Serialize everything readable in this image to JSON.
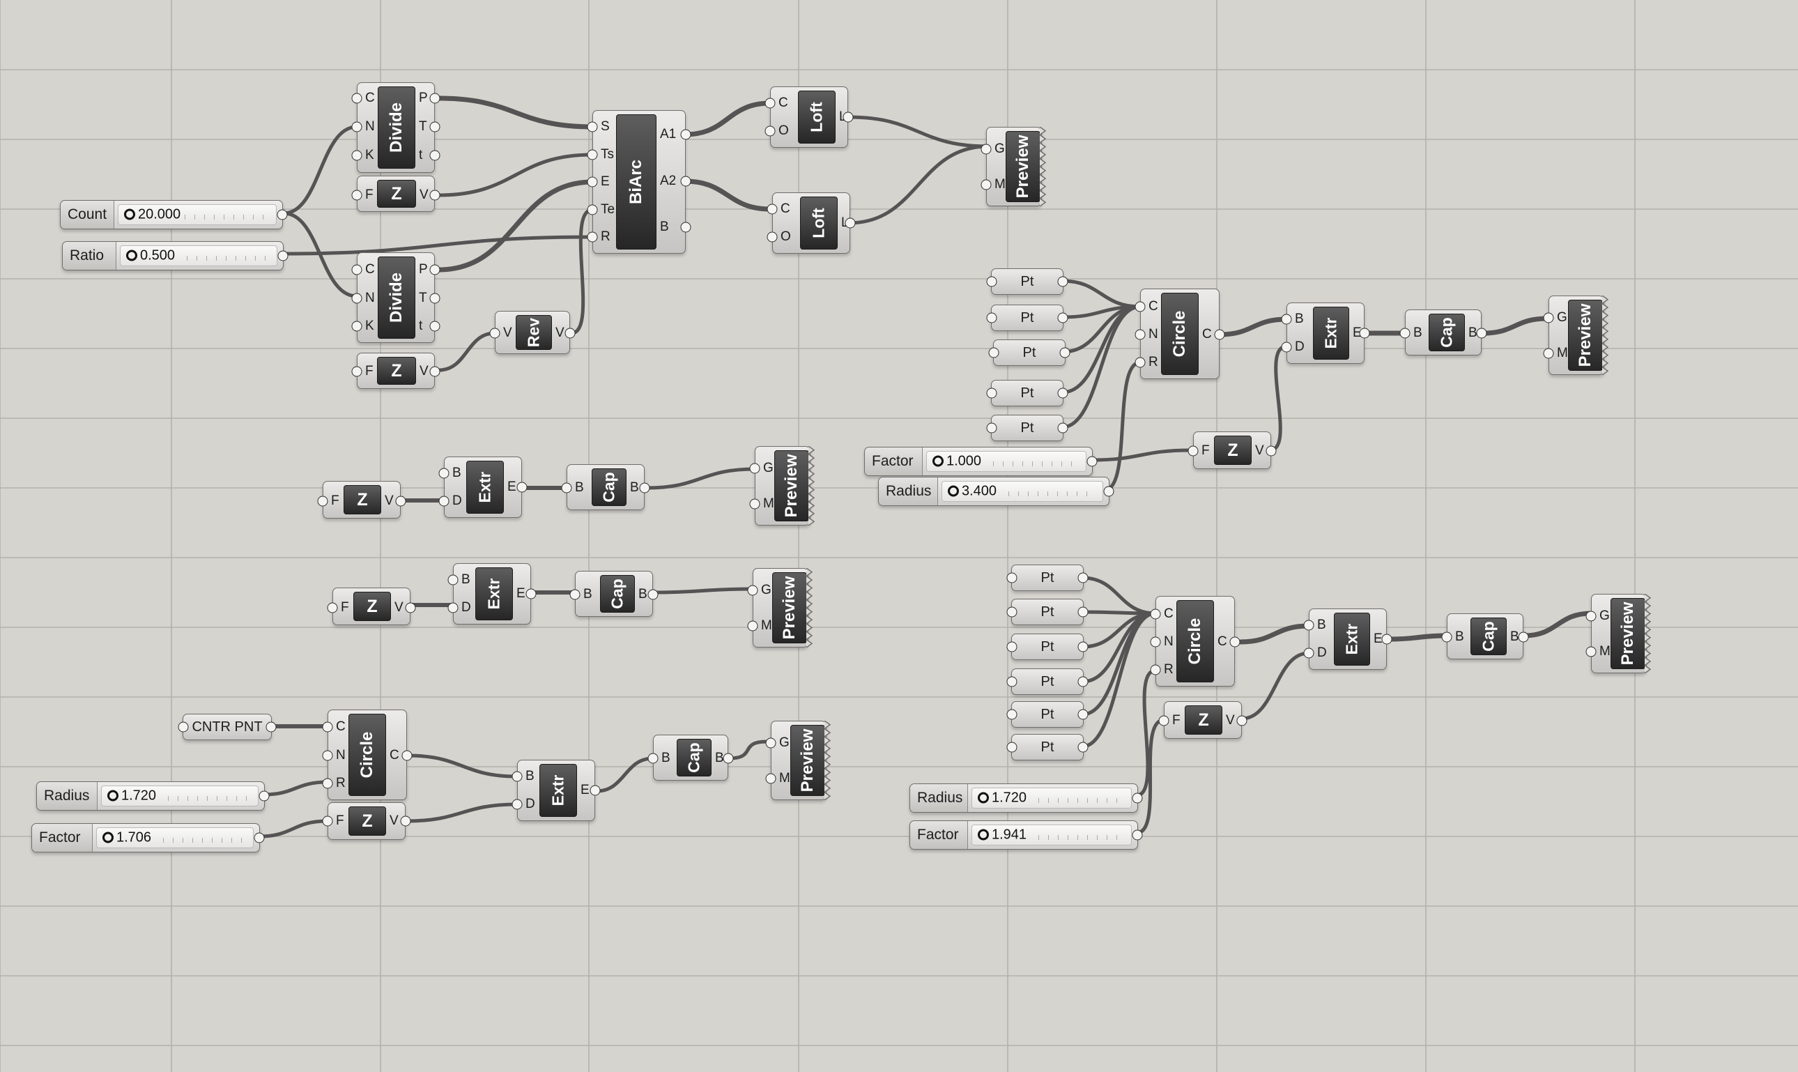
{
  "components": {
    "divide_1": {
      "title": "Divide",
      "inputs": [
        "C",
        "N",
        "K"
      ],
      "outputs": [
        "P",
        "T",
        "t"
      ]
    },
    "divide_2": {
      "title": "Divide",
      "inputs": [
        "C",
        "N",
        "K"
      ],
      "outputs": [
        "P",
        "T",
        "t"
      ]
    },
    "unitz_1": {
      "title": "Z",
      "inputs": [
        "F"
      ],
      "outputs": [
        "V"
      ]
    },
    "unitz_2": {
      "title": "Z",
      "inputs": [
        "F"
      ],
      "outputs": [
        "V"
      ]
    },
    "unitz_3": {
      "title": "Z",
      "inputs": [
        "F"
      ],
      "outputs": [
        "V"
      ]
    },
    "unitz_4": {
      "title": "Z",
      "inputs": [
        "F"
      ],
      "outputs": [
        "V"
      ]
    },
    "unitz_5": {
      "title": "Z",
      "inputs": [
        "F"
      ],
      "outputs": [
        "V"
      ]
    },
    "unitz_6": {
      "title": "Z",
      "inputs": [
        "F"
      ],
      "outputs": [
        "V"
      ]
    },
    "unitz_7": {
      "title": "Z",
      "inputs": [
        "F"
      ],
      "outputs": [
        "V"
      ]
    },
    "reverse": {
      "title": "Rev",
      "inputs": [
        "V"
      ],
      "outputs": [
        "V"
      ]
    },
    "biarc": {
      "title": "BiArc",
      "inputs": [
        "S",
        "Ts",
        "E",
        "Te",
        "R"
      ],
      "outputs": [
        "A1",
        "A2",
        "B"
      ]
    },
    "loft_1": {
      "title": "Loft",
      "inputs": [
        "C",
        "O"
      ],
      "outputs": [
        "L"
      ]
    },
    "loft_2": {
      "title": "Loft",
      "inputs": [
        "C",
        "O"
      ],
      "outputs": [
        "L"
      ]
    },
    "preview_1": {
      "title": "Preview",
      "inputs": [
        "G",
        "M"
      ]
    },
    "preview_2": {
      "title": "Preview",
      "inputs": [
        "G",
        "M"
      ]
    },
    "preview_3": {
      "title": "Preview",
      "inputs": [
        "G",
        "M"
      ]
    },
    "preview_4": {
      "title": "Preview",
      "inputs": [
        "G",
        "M"
      ]
    },
    "preview_5": {
      "title": "Preview",
      "inputs": [
        "G",
        "M"
      ]
    },
    "preview_6": {
      "title": "Preview",
      "inputs": [
        "G",
        "M"
      ]
    },
    "extr_1": {
      "title": "Extr",
      "inputs": [
        "B",
        "D"
      ],
      "outputs": [
        "E"
      ]
    },
    "extr_2": {
      "title": "Extr",
      "inputs": [
        "B",
        "D"
      ],
      "outputs": [
        "E"
      ]
    },
    "extr_3": {
      "title": "Extr",
      "inputs": [
        "B",
        "D"
      ],
      "outputs": [
        "E"
      ]
    },
    "extr_4": {
      "title": "Extr",
      "inputs": [
        "B",
        "D"
      ],
      "outputs": [
        "E"
      ]
    },
    "extr_5": {
      "title": "Extr",
      "inputs": [
        "B",
        "D"
      ],
      "outputs": [
        "E"
      ]
    },
    "cap_1": {
      "title": "Cap",
      "inputs": [
        "B"
      ],
      "outputs": [
        "B"
      ]
    },
    "cap_2": {
      "title": "Cap",
      "inputs": [
        "B"
      ],
      "outputs": [
        "B"
      ]
    },
    "cap_3": {
      "title": "Cap",
      "inputs": [
        "B"
      ],
      "outputs": [
        "B"
      ]
    },
    "cap_4": {
      "title": "Cap",
      "inputs": [
        "B"
      ],
      "outputs": [
        "B"
      ]
    },
    "cap_5": {
      "title": "Cap",
      "inputs": [
        "B"
      ],
      "outputs": [
        "B"
      ]
    },
    "circle_1": {
      "title": "Circle",
      "inputs": [
        "C",
        "N",
        "R"
      ],
      "outputs": [
        "C"
      ]
    },
    "circle_2": {
      "title": "Circle",
      "inputs": [
        "C",
        "N",
        "R"
      ],
      "outputs": [
        "C"
      ]
    },
    "circle_3": {
      "title": "Circle",
      "inputs": [
        "C",
        "N",
        "R"
      ],
      "outputs": [
        "C"
      ]
    }
  },
  "sliders": {
    "count": {
      "label": "Count",
      "value": "20.000"
    },
    "ratio": {
      "label": "Ratio",
      "value": "0.500"
    },
    "factor_1": {
      "label": "Factor",
      "value": "1.000"
    },
    "radius_1": {
      "label": "Radius",
      "value": "3.400"
    },
    "radius_2": {
      "label": "Radius",
      "value": "1.720"
    },
    "factor_2": {
      "label": "Factor",
      "value": "1.706"
    },
    "radius_3": {
      "label": "Radius",
      "value": "1.720"
    },
    "factor_3": {
      "label": "Factor",
      "value": "1.941"
    }
  },
  "params": {
    "pt_label": "Pt",
    "center_point_label": "CNTR PNT"
  },
  "colors": {
    "canvas": "#d6d4cf",
    "grid": "#b3b1ab",
    "wire": "#555353",
    "component_core": "#3a3a3a"
  }
}
